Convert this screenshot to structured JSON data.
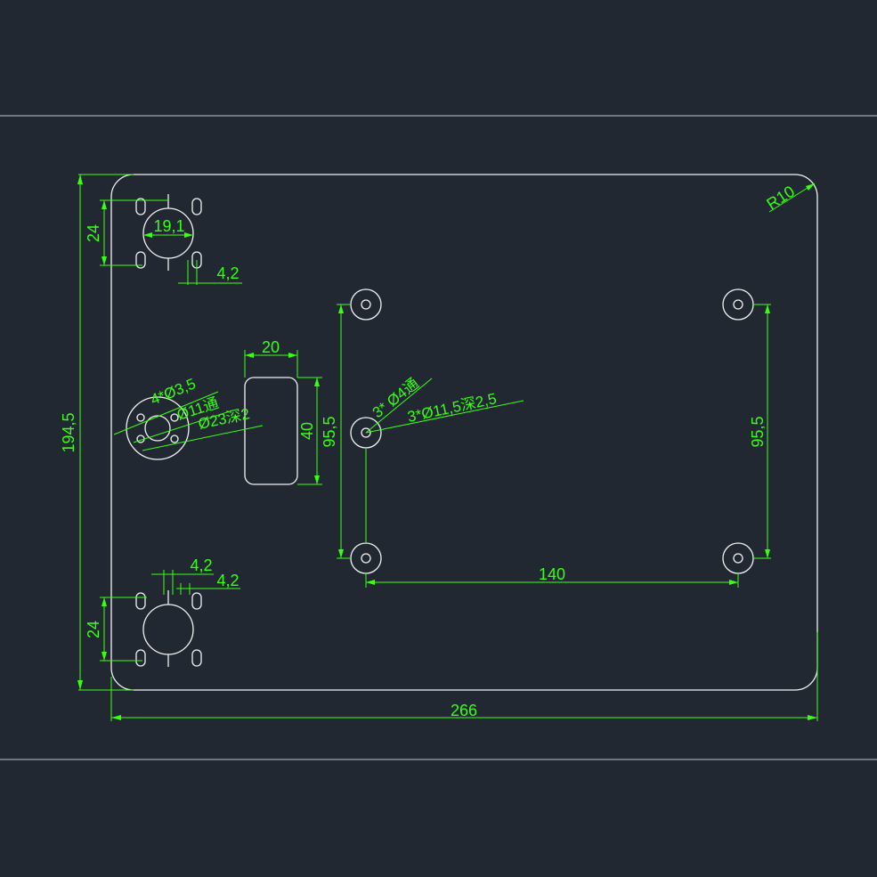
{
  "colors": {
    "background": "#222831",
    "outline": "#f2f2f2",
    "dimension": "#39ff14",
    "frame": "#8a8f96"
  },
  "dimensions": {
    "overall_width": "266",
    "overall_height": "194,5",
    "corner_radius": "R10",
    "top_connector_height": "24",
    "top_connector_diameter": "19,1",
    "top_connector_slot_width": "4,2",
    "bottom_connector_height": "24",
    "bottom_slot_width_a": "4,2",
    "bottom_slot_width_b": "4,2",
    "slot_width": "20",
    "slot_height": "40",
    "left_hole_spacing": "95,5",
    "right_hole_spacing": "95,5",
    "bottom_hole_spacing": "140"
  },
  "callouts": {
    "flange_holes": "4*Ø3,5",
    "flange_bore": "Ø11通",
    "flange_counterbore": "Ø23深2",
    "mount_through_holes": "3* Ø4通",
    "mount_counterbore": "3*Ø11,5深2,5"
  }
}
